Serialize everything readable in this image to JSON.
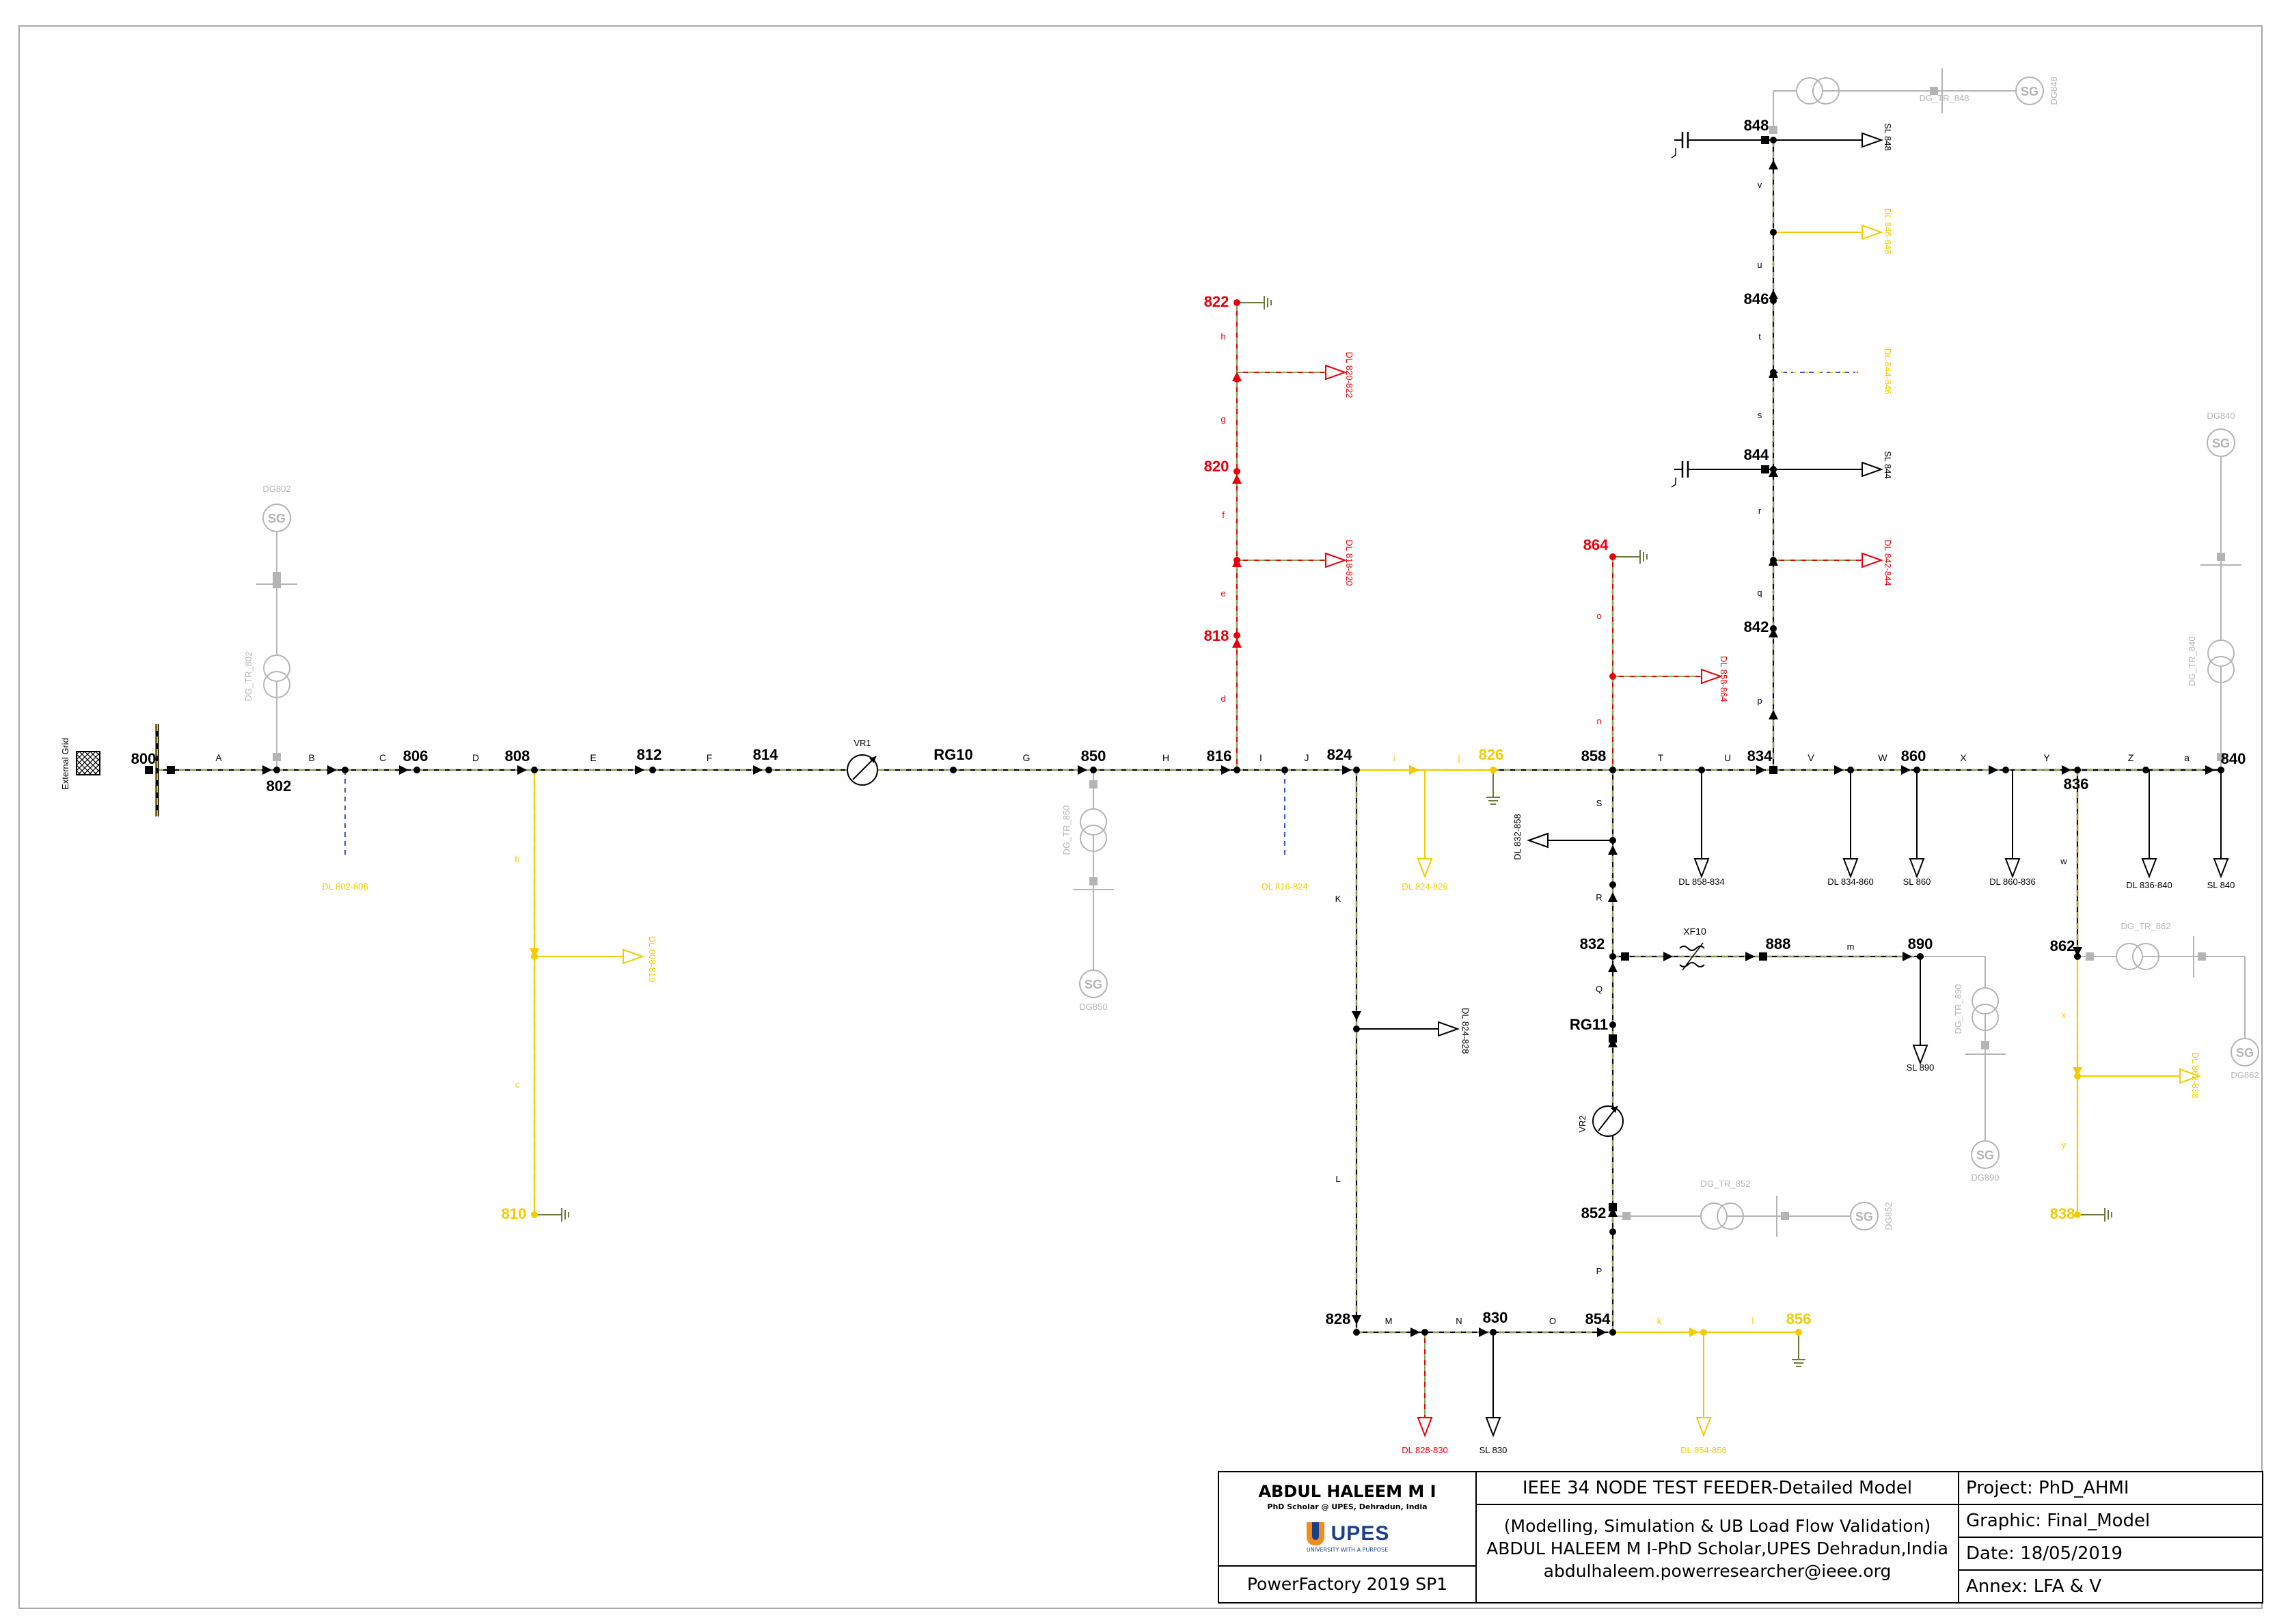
{
  "colors": {
    "black": "#000000",
    "red": "#e8000b",
    "yellow": "#f2cc00",
    "grey": "#b4b4b4",
    "blue": "#3a56d4",
    "green_dash": "#8aa05a",
    "upes_blue": "#1c3f8a",
    "upes_orange": "#f28c1c"
  },
  "buses": {
    "b800": "800",
    "b802": "802",
    "b806": "806",
    "b808": "808",
    "b810": "810",
    "b812": "812",
    "b814": "814",
    "bRG10": "RG10",
    "b850": "850",
    "b816": "816",
    "b818": "818",
    "b820": "820",
    "b822": "822",
    "b824": "824",
    "b826": "826",
    "b828": "828",
    "b830": "830",
    "b854": "854",
    "b856": "856",
    "b852": "852",
    "bRG11": "RG11",
    "b832": "832",
    "b888": "888",
    "b890": "890",
    "b858": "858",
    "b864": "864",
    "b834": "834",
    "b842": "842",
    "b844": "844",
    "b846": "846",
    "b848": "848",
    "b860": "860",
    "b836": "836",
    "b840": "840",
    "b862": "862",
    "b838": "838"
  },
  "branches": {
    "A": "A",
    "B": "B",
    "C": "C",
    "D": "D",
    "E": "E",
    "F": "F",
    "G": "G",
    "H": "H",
    "I": "I",
    "J": "J",
    "K": "K",
    "L": "L",
    "M": "M",
    "N": "N",
    "O": "O",
    "P": "P",
    "Q": "Q",
    "R": "R",
    "S": "S",
    "T": "T",
    "U": "U",
    "V": "V",
    "W": "W",
    "X": "X",
    "Y": "Y",
    "Z": "Z",
    "a": "a",
    "b": "b",
    "c": "c",
    "d": "d",
    "e": "e",
    "f": "f",
    "g": "g",
    "h": "h",
    "i": "i",
    "j": "j",
    "k": "k",
    "l": "l",
    "m": "m",
    "n": "n",
    "o": "o",
    "p": "p",
    "q": "q",
    "r": "r",
    "s": "s",
    "t": "t",
    "u": "u",
    "v": "v",
    "w": "w",
    "x": "x",
    "y": "y"
  },
  "loads": {
    "DL802_806": "DL 802-806",
    "DL808_810": "DL 808-810",
    "DL818_820": "DL 818-820",
    "DL820_822": "DL 820-822",
    "DL816_824": "DL 816-824",
    "DL824_826": "DL 824-826",
    "DL824_828": "DL 824-828",
    "DL828_830": "DL 828-830",
    "SL830": "SL 830",
    "DL854_856": "DL 854-856",
    "DL832_858": "DL 832-858",
    "DL858_864": "DL 858-864",
    "DL858_834": "DL 858-834",
    "DL834_860": "DL 834-860",
    "SL860": "SL 860",
    "DL860_836": "DL 860-836",
    "DL836_840": "DL 836-840",
    "SL840": "SL 840",
    "DL842_844": "DL 842-844",
    "SL844": "SL 844",
    "DL844_846": "DL 844-846",
    "DL846_848": "DL 846-848",
    "SL848": "SL 848",
    "SL890": "SL 890",
    "DL862_838": "DL 862-838"
  },
  "equipment": {
    "external_grid": "External Grid",
    "VR1": "VR1",
    "VR2": "VR2",
    "XF10": "XF10",
    "DG802": "DG802",
    "DG_TR_802": "DG_TR_802",
    "DG850": "DG850",
    "DG_TR_850": "DG_TR_850",
    "DG852": "DG852",
    "DG_TR_852": "DG_TR_852",
    "DG890": "DG890",
    "DG_TR_890": "DG_TR_890",
    "DG862": "DG862",
    "DG_TR_862": "DG_TR_862",
    "DG840": "DG840",
    "DG_TR_840": "DG_TR_840",
    "DG848": "DG848",
    "DG_TR_848": "DG_TR_848",
    "SG": "SG"
  },
  "title_block": {
    "author_name": "ABDUL HALEEM M I",
    "author_sub": "PhD Scholar @ UPES, Dehradun, India",
    "logo_text": "UPES",
    "logo_tag": "UNIVERSITY WITH A PURPOSE",
    "software": "PowerFactory 2019 SP1",
    "title": "IEEE 34 NODE TEST FEEDER-Detailed Model",
    "desc_line1": "(Modelling, Simulation & UB Load Flow Validation)",
    "desc_line2": "ABDUL HALEEM M I-PhD Scholar,UPES Dehradun,India",
    "desc_line3": "abdulhaleem.powerresearcher@ieee.org",
    "project": "Project: PhD_AHMI",
    "graphic": "Graphic: Final_Model",
    "date": "Date:    18/05/2019",
    "annex": "Annex:    LFA & V"
  }
}
